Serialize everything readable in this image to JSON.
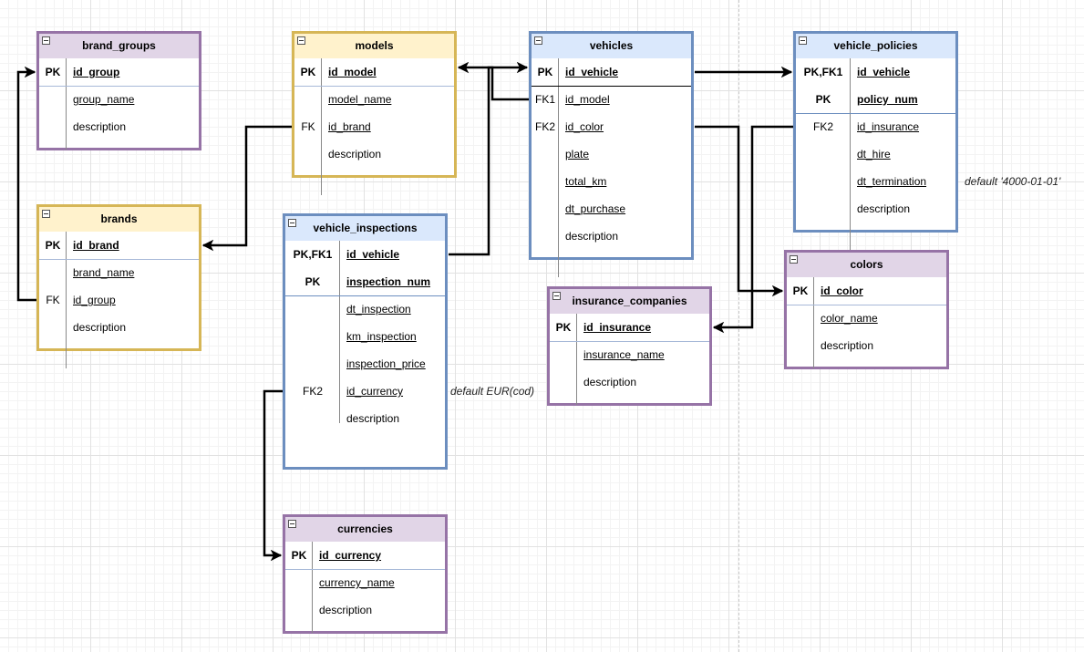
{
  "entities": [
    {
      "id": "brand_groups",
      "title": "brand_groups",
      "fields": [
        {
          "key": "PK",
          "name": "id_group",
          "pk": true
        },
        {
          "key": "",
          "name": "group_name",
          "underline": true
        },
        {
          "key": "",
          "name": "description"
        }
      ]
    },
    {
      "id": "models",
      "title": "models",
      "fields": [
        {
          "key": "PK",
          "name": "id_model",
          "pk": true
        },
        {
          "key": "",
          "name": "model_name",
          "underline": true
        },
        {
          "key": "FK",
          "name": "id_brand",
          "underline": true
        },
        {
          "key": "",
          "name": "description"
        }
      ]
    },
    {
      "id": "vehicles",
      "title": "vehicles",
      "fields": [
        {
          "key": "PK",
          "name": "id_vehicle",
          "pk": true
        },
        {
          "key": "FK1",
          "name": "id_model",
          "underline": true
        },
        {
          "key": "FK2",
          "name": "id_color",
          "underline": true
        },
        {
          "key": "",
          "name": "plate",
          "underline": true
        },
        {
          "key": "",
          "name": "total_km",
          "underline": true
        },
        {
          "key": "",
          "name": "dt_purchase",
          "underline": true
        },
        {
          "key": "",
          "name": "description"
        }
      ]
    },
    {
      "id": "vehicle_policies",
      "title": "vehicle_policies",
      "fields": [
        {
          "key": "PK,FK1",
          "name": "id_vehicle",
          "pk": true
        },
        {
          "key": "PK",
          "name": "policy_num",
          "pk": true
        },
        {
          "key": "FK2",
          "name": "id_insurance",
          "underline": true
        },
        {
          "key": "",
          "name": "dt_hire",
          "underline": true
        },
        {
          "key": "",
          "name": "dt_termination",
          "underline": true
        },
        {
          "key": "",
          "name": "description"
        }
      ]
    },
    {
      "id": "brands",
      "title": "brands",
      "fields": [
        {
          "key": "PK",
          "name": "id_brand",
          "pk": true
        },
        {
          "key": "",
          "name": "brand_name",
          "underline": true
        },
        {
          "key": "FK",
          "name": "id_group",
          "underline": true
        },
        {
          "key": "",
          "name": "description"
        }
      ]
    },
    {
      "id": "vehicle_inspections",
      "title": "vehicle_inspections",
      "fields": [
        {
          "key": "PK,FK1",
          "name": "id_vehicle",
          "pk": true
        },
        {
          "key": "PK",
          "name": "inspection_num",
          "pk": true
        },
        {
          "key": "",
          "name": "dt_inspection",
          "underline": true
        },
        {
          "key": "",
          "name": "km_inspection",
          "underline": true
        },
        {
          "key": "",
          "name": "inspection_price",
          "underline": true
        },
        {
          "key": "FK2",
          "name": "id_currency",
          "underline": true
        },
        {
          "key": "",
          "name": "description"
        }
      ]
    },
    {
      "id": "colors",
      "title": "colors",
      "fields": [
        {
          "key": "PK",
          "name": "id_color",
          "pk": true
        },
        {
          "key": "",
          "name": "color_name",
          "underline": true
        },
        {
          "key": "",
          "name": "description"
        }
      ]
    },
    {
      "id": "insurance_companies",
      "title": "insurance_companies",
      "fields": [
        {
          "key": "PK",
          "name": "id_insurance",
          "pk": true
        },
        {
          "key": "",
          "name": "insurance_name",
          "underline": true
        },
        {
          "key": "",
          "name": "description"
        }
      ]
    },
    {
      "id": "currencies",
      "title": "currencies",
      "fields": [
        {
          "key": "PK",
          "name": "id_currency",
          "pk": true
        },
        {
          "key": "",
          "name": "currency_name",
          "underline": true
        },
        {
          "key": "",
          "name": "description"
        }
      ]
    }
  ],
  "notes": {
    "policy_termination_default": "default '4000-01-01'",
    "inspection_currency_default": "default EUR(cod)"
  },
  "relationships": [
    {
      "from": "brands.id_group",
      "to": "brand_groups.id_group"
    },
    {
      "from": "models.id_brand",
      "to": "brands.id_brand"
    },
    {
      "from": "vehicles.id_model",
      "to": "models.id_model"
    },
    {
      "from": "vehicle_inspections.id_vehicle",
      "to": "vehicles.id_vehicle"
    },
    {
      "from": "vehicles.id_vehicle",
      "to": "vehicle_policies.id_vehicle"
    },
    {
      "from": "vehicles.id_color",
      "to": "colors.id_color"
    },
    {
      "from": "vehicle_policies.id_insurance",
      "to": "insurance_companies.id_insurance"
    },
    {
      "from": "vehicle_inspections.id_currency",
      "to": "currencies.id_currency"
    }
  ],
  "colors": {
    "purple_border": "#9673a6",
    "purple_fill": "#e1d5e7",
    "yellow_border": "#d6b656",
    "yellow_fill": "#fff2cc",
    "blue_border": "#6c8ebf",
    "blue_fill": "#dae8fc",
    "connector": "#000000"
  }
}
